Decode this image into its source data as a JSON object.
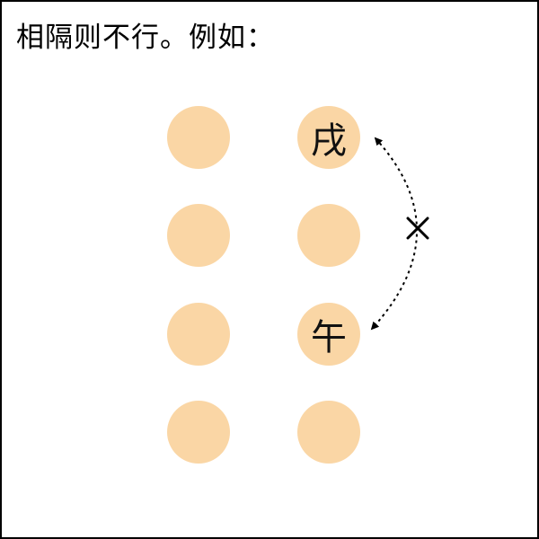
{
  "title": "相隔则不行。例如：",
  "colors": {
    "dot": "#FAD6A5",
    "ink": "#000000",
    "background": "#FFFFFF"
  },
  "grid": {
    "left_column": [
      {
        "label": ""
      },
      {
        "label": ""
      },
      {
        "label": ""
      },
      {
        "label": ""
      }
    ],
    "right_column": [
      {
        "label": "戌"
      },
      {
        "label": ""
      },
      {
        "label": "午"
      },
      {
        "label": ""
      }
    ]
  },
  "connector": {
    "style": "dotted double-headed arc",
    "from": "戌",
    "to": "午",
    "mark": "×",
    "mark_icon": "cross-icon"
  }
}
